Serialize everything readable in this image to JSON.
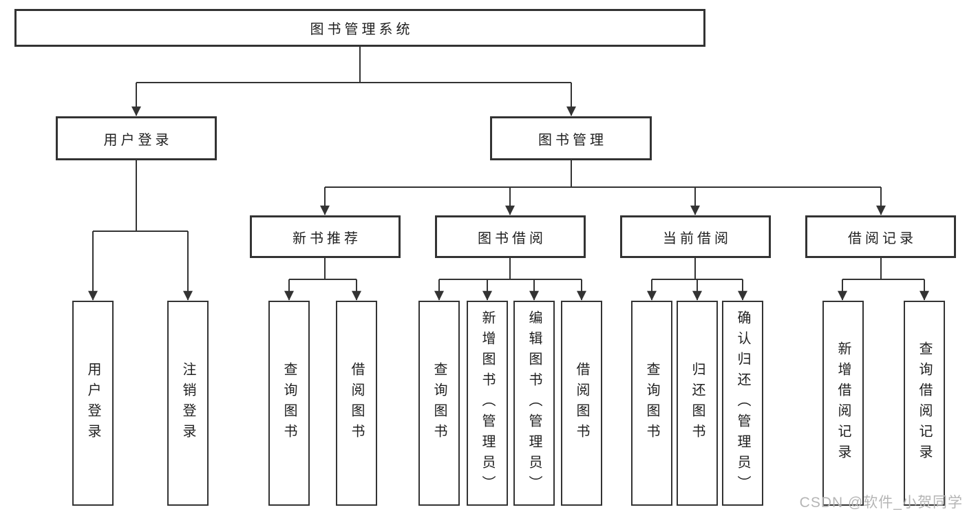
{
  "diagram": {
    "title_node": "图书管理系统",
    "level2": {
      "user_login": "用户登录",
      "book_mgmt": "图书管理"
    },
    "level3": {
      "new_book": "新书推荐",
      "book_borrow": "图书借阅",
      "current_borrow": "当前借阅",
      "borrow_record": "借阅记录"
    },
    "leaves": {
      "user_login": [
        "用户登录",
        "注销登录"
      ],
      "new_book": [
        "查询图书",
        "借阅图书"
      ],
      "book_borrow": [
        "查询图书",
        "新增图书（管理员）",
        "编辑图书（管理员）",
        "借阅图书"
      ],
      "current_borrow": [
        "查询图书",
        "归还图书",
        "确认归还（管理员）"
      ],
      "borrow_record": [
        "新增借阅记录",
        "查询借阅记录"
      ]
    },
    "colors": {
      "line": "#333333",
      "box_border": "#333333",
      "text": "#1f1f1f",
      "background": "#ffffff",
      "watermark": "#b5b5b5"
    }
  },
  "watermark": {
    "text": "CSDN @软件_小贺同学"
  }
}
